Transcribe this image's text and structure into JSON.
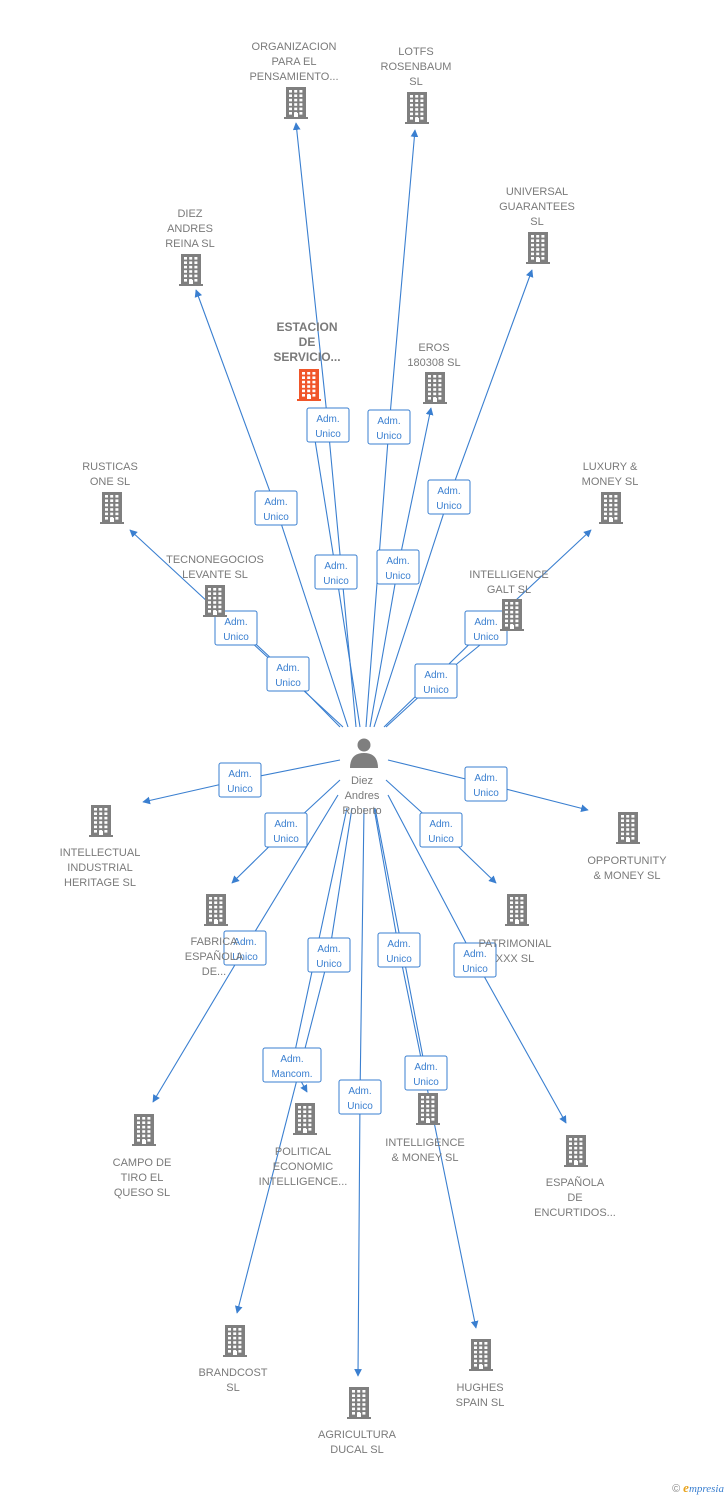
{
  "colors": {
    "edge": "#3a7fd0",
    "building": "#7f7f7f",
    "building_focus": "#f0562a",
    "person": "#7f7f7f",
    "label": "#7a7a7a"
  },
  "center": {
    "lines": [
      "Diez",
      "Andres",
      "Roberto"
    ],
    "icon": "person-icon"
  },
  "nodes": [
    {
      "id": "organizacion",
      "lines": [
        "ORGANIZACION",
        "PARA EL",
        "PENSAMIENTO..."
      ]
    },
    {
      "id": "lotfs",
      "lines": [
        "LOTFS",
        "ROSENBAUM",
        "SL"
      ]
    },
    {
      "id": "universal",
      "lines": [
        "UNIVERSAL",
        "GUARANTEES",
        "SL"
      ]
    },
    {
      "id": "diez-andres-reina",
      "lines": [
        "DIEZ",
        "ANDRES",
        "REINA  SL"
      ]
    },
    {
      "id": "estacion",
      "lines": [
        "ESTACION",
        "DE",
        "SERVICIO..."
      ],
      "focus": true
    },
    {
      "id": "eros",
      "lines": [
        "EROS",
        "180308  SL"
      ]
    },
    {
      "id": "rusticas",
      "lines": [
        "RUSTICAS",
        "ONE SL"
      ]
    },
    {
      "id": "luxury",
      "lines": [
        "LUXURY &",
        "MONEY  SL"
      ]
    },
    {
      "id": "tecnonegocios",
      "lines": [
        "TECNONEGOCIOS",
        "LEVANTE SL"
      ]
    },
    {
      "id": "intelligence-galt",
      "lines": [
        "INTELLIGENCE",
        "GALT  SL"
      ]
    },
    {
      "id": "intellectual",
      "lines": [
        "INTELLECTUAL",
        "INDUSTRIAL",
        "HERITAGE  SL"
      ]
    },
    {
      "id": "opportunity",
      "lines": [
        "OPPORTUNITY",
        "& MONEY  SL"
      ]
    },
    {
      "id": "fabrica",
      "lines": [
        "FABRICA",
        "ESPAÑOLA",
        "DE..."
      ]
    },
    {
      "id": "patrimonial",
      "lines": [
        "PATRIMONIAL",
        "XXX  SL"
      ]
    },
    {
      "id": "campo",
      "lines": [
        "CAMPO DE",
        "TIRO EL",
        "QUESO  SL"
      ]
    },
    {
      "id": "political",
      "lines": [
        "POLITICAL",
        "ECONOMIC",
        "INTELLIGENCE..."
      ]
    },
    {
      "id": "intelligence-money",
      "lines": [
        "INTELLIGENCE",
        "& MONEY  SL"
      ]
    },
    {
      "id": "espanola-encurtidos",
      "lines": [
        "ESPAÑOLA",
        "DE",
        "ENCURTIDOS..."
      ]
    },
    {
      "id": "brandcost",
      "lines": [
        "BRANDCOST",
        "SL"
      ]
    },
    {
      "id": "hughes",
      "lines": [
        "HUGHES",
        "SPAIN  SL"
      ]
    },
    {
      "id": "agricultura",
      "lines": [
        "AGRICULTURA",
        "DUCAL  SL"
      ]
    }
  ],
  "edges": [
    {
      "to": "organizacion",
      "role": [
        "Adm.",
        "Unico"
      ]
    },
    {
      "to": "lotfs",
      "role": [
        "Adm.",
        "Unico"
      ]
    },
    {
      "to": "universal",
      "role": [
        "Adm.",
        "Unico"
      ]
    },
    {
      "to": "diez-andres-reina",
      "role": [
        "Adm.",
        "Unico"
      ]
    },
    {
      "to": "estacion",
      "role": [
        "Adm.",
        "Unico"
      ]
    },
    {
      "to": "eros",
      "role": [
        "Adm.",
        "Unico"
      ]
    },
    {
      "to": "rusticas",
      "role": [
        "Adm.",
        "Unico"
      ]
    },
    {
      "to": "luxury",
      "role": [
        "Adm.",
        "Unico"
      ]
    },
    {
      "to": "tecnonegocios",
      "role": [
        "Adm.",
        "Unico"
      ]
    },
    {
      "to": "intelligence-galt",
      "role": [
        "Adm.",
        "Unico"
      ]
    },
    {
      "to": "intellectual",
      "role": [
        "Adm.",
        "Unico"
      ]
    },
    {
      "to": "opportunity",
      "role": [
        "Adm.",
        "Unico"
      ]
    },
    {
      "to": "fabrica",
      "role": [
        "Adm.",
        "Unico"
      ]
    },
    {
      "to": "patrimonial",
      "role": [
        "Adm.",
        "Unico"
      ]
    },
    {
      "to": "campo",
      "role": [
        "Adm.",
        "Unico"
      ]
    },
    {
      "to": "political",
      "role": [
        "Adm.",
        "Mancom."
      ]
    },
    {
      "to": "intelligence-money",
      "role": [
        "Adm.",
        "Unico"
      ]
    },
    {
      "to": "espanola-encurtidos",
      "role": [
        "Adm.",
        "Unico"
      ]
    },
    {
      "to": "brandcost",
      "role": [
        "Adm.",
        "Unico"
      ]
    },
    {
      "to": "hughes",
      "role": [
        "Adm.",
        "Unico"
      ]
    },
    {
      "to": "agricultura",
      "role": [
        "Adm.",
        "Unico"
      ]
    }
  ],
  "footer": {
    "copyright": "©",
    "brand_initial": "e",
    "brand_rest": "mpresia"
  }
}
